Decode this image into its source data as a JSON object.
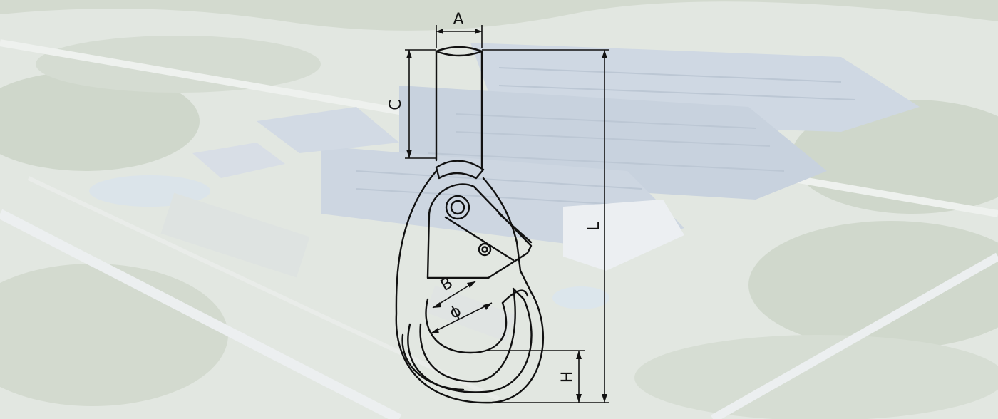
{
  "diagram": {
    "dimension_labels": {
      "A": "A",
      "B": "B",
      "C": "C",
      "phi": "ϕ",
      "L": "L",
      "H": "H"
    },
    "colors": {
      "line": "#111111",
      "background_wash": "#e4e9e3",
      "roof": "#c9d3df",
      "vegetation": "#c4cfbf"
    }
  }
}
